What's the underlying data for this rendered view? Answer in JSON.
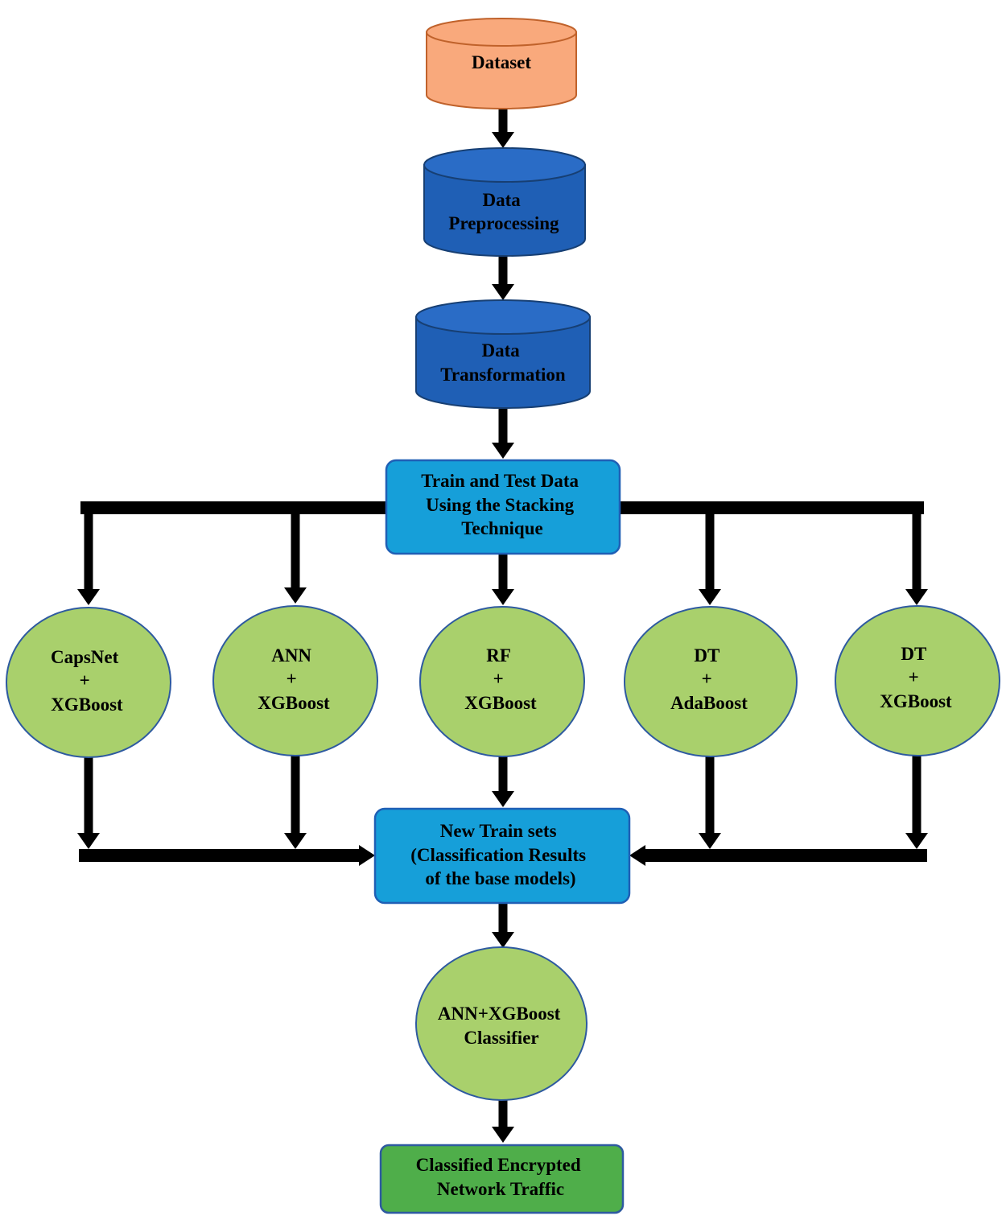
{
  "nodes": {
    "dataset": {
      "label": [
        "Dataset"
      ]
    },
    "preprocessing": {
      "label": [
        "Data",
        "Preprocessing"
      ]
    },
    "transformation": {
      "label": [
        "Data",
        "Transformation"
      ]
    },
    "stacking": {
      "label": [
        "Train and Test Data",
        "Using the Stacking",
        "Technique"
      ]
    },
    "base_models": [
      {
        "label": [
          "CapsNet",
          "+",
          "XGBoost"
        ]
      },
      {
        "label": [
          "ANN",
          "+",
          "XGBoost"
        ]
      },
      {
        "label": [
          "RF",
          "+",
          "XGBoost"
        ]
      },
      {
        "label": [
          "DT",
          "+",
          "AdaBoost"
        ]
      },
      {
        "label": [
          "DT",
          "+",
          "XGBoost"
        ]
      }
    ],
    "new_train": {
      "label": [
        "New Train sets",
        "(Classification Results",
        "of the base models)"
      ]
    },
    "meta_classifier": {
      "label": [
        "ANN+XGBoost",
        "Classifier"
      ]
    },
    "output": {
      "label": [
        "Classified Encrypted",
        "Network Traffic"
      ]
    }
  },
  "colors": {
    "dataset_fill": "#f9a97c",
    "dataset_stroke": "#c0622b",
    "db_blue_fill": "#1f5fb5",
    "db_blue_stroke": "#173f73",
    "process_fill": "#169fd9",
    "process_stroke": "#1f5fb5",
    "model_fill": "#a9d06c",
    "model_stroke": "#2e5aa0",
    "output_fill": "#4fae4a",
    "output_stroke": "#2e5aa0",
    "arrow": "#000000"
  }
}
